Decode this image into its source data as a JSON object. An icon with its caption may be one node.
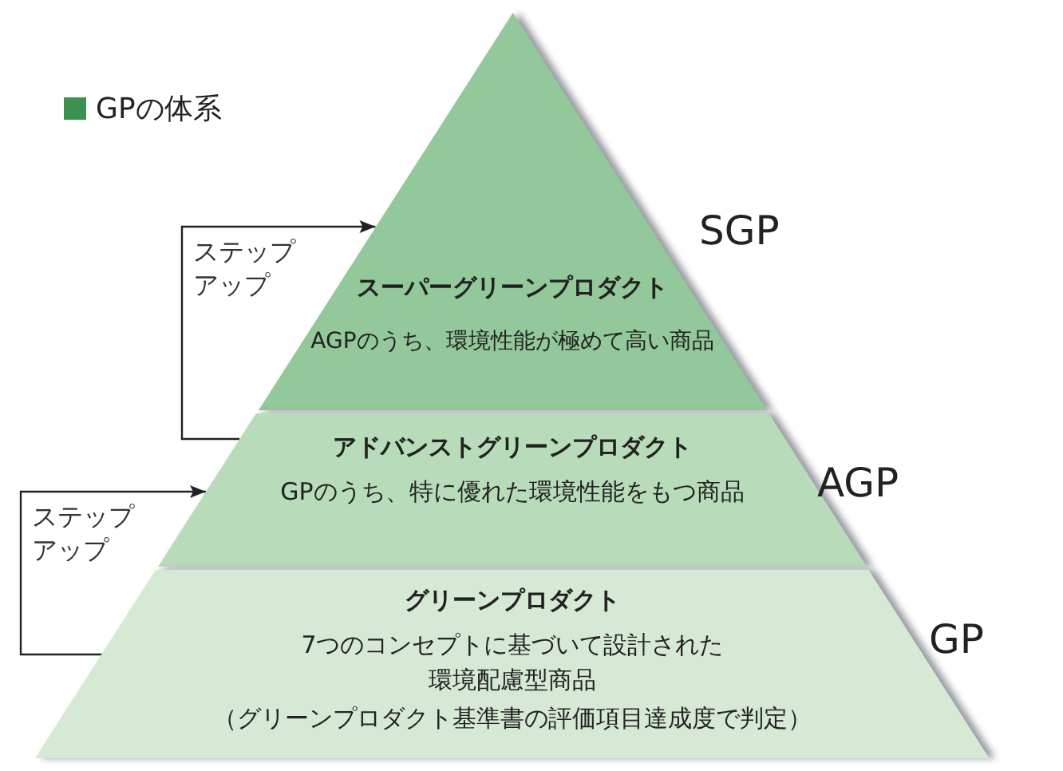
{
  "diagram": {
    "title": "GPの体系",
    "nodes": [
      {
        "text": [
          "スーパーグリーンプロダクト",
          "AGPのうち、環境性能が極めて高い商品"
        ],
        "beside": [
          "SGP"
        ]
      },
      {
        "text": [
          "アドバンストグリーンプロダクト",
          "GPのうち、特に優れた環境性能をもつ商品"
        ],
        "beside": [
          "AGP"
        ]
      },
      {
        "text": [
          "グリーンプロダクト",
          "7つのコンセプトに基づいて設計された環境配慮型商品",
          "（グリーンプロダクト基準書の評価項目達成度で判定）"
        ],
        "beside": [
          "GP"
        ]
      }
    ],
    "edges": [
      {
        "from": 1,
        "to": 0,
        "arrow": "to",
        "label": "ステップアップ"
      },
      {
        "from": 2,
        "to": 1,
        "arrow": "to",
        "label": "ステップアップ"
      }
    ]
  }
}
